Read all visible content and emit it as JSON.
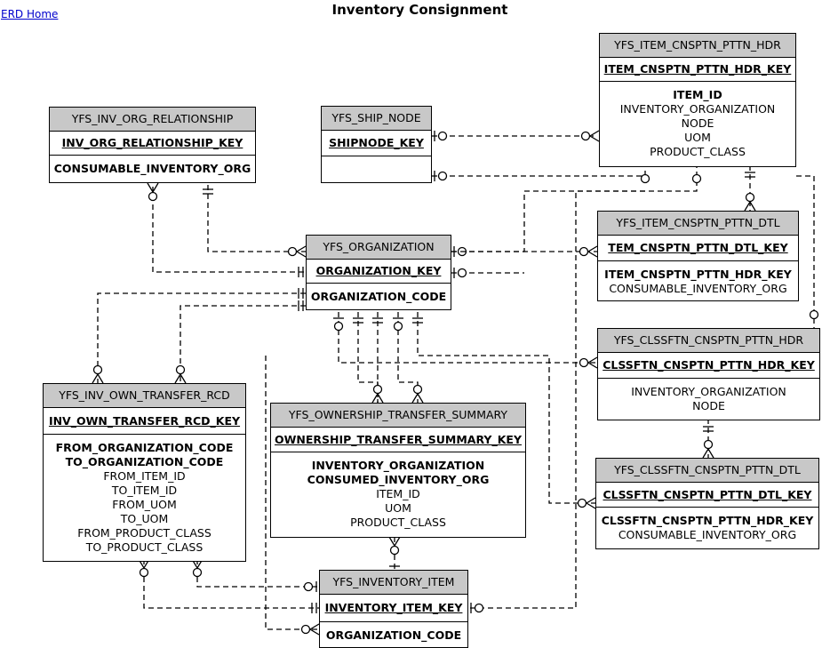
{
  "header": {
    "home_link": "ERD Home",
    "title": "Inventory Consignment"
  },
  "entities": {
    "item_hdr": {
      "name": "YFS_ITEM_CNSPTN_PTTN_HDR",
      "key": "ITEM_CNSPTN_PTTN_HDR_KEY",
      "fields": [
        {
          "text": "ITEM_ID",
          "bold": true
        },
        {
          "text": "INVENTORY_ORGANIZATION",
          "bold": false
        },
        {
          "text": "NODE",
          "bold": false
        },
        {
          "text": "UOM",
          "bold": false
        },
        {
          "text": "PRODUCT_CLASS",
          "bold": false
        }
      ]
    },
    "inv_org_rel": {
      "name": "YFS_INV_ORG_RELATIONSHIP",
      "key": "INV_ORG_RELATIONSHIP_KEY",
      "fields": [
        {
          "text": "CONSUMABLE_INVENTORY_ORG",
          "bold": true
        }
      ]
    },
    "ship_node": {
      "name": "YFS_SHIP_NODE",
      "key": "SHIPNODE_KEY",
      "fields": []
    },
    "item_dtl": {
      "name": "YFS_ITEM_CNSPTN_PTTN_DTL",
      "key": "TEM_CNSPTN_PTTN_DTL_KEY",
      "fields": [
        {
          "text": "ITEM_CNSPTN_PTTN_HDR_KEY",
          "bold": true
        },
        {
          "text": "CONSUMABLE_INVENTORY_ORG",
          "bold": false
        }
      ]
    },
    "organization": {
      "name": "YFS_ORGANIZATION",
      "key": "ORGANIZATION_KEY",
      "fields": [
        {
          "text": "ORGANIZATION_CODE",
          "bold": true
        }
      ]
    },
    "clss_hdr": {
      "name": "YFS_CLSSFTN_CNSPTN_PTTN_HDR",
      "key": "CLSSFTN_CNSPTN_PTTN_HDR_KEY",
      "fields": [
        {
          "text": "INVENTORY_ORGANIZATION",
          "bold": false
        },
        {
          "text": "NODE",
          "bold": false
        }
      ]
    },
    "inv_own_transfer": {
      "name": "YFS_INV_OWN_TRANSFER_RCD",
      "key": "INV_OWN_TRANSFER_RCD_KEY",
      "fields": [
        {
          "text": "FROM_ORGANIZATION_CODE",
          "bold": true
        },
        {
          "text": "TO_ORGANIZATION_CODE",
          "bold": true
        },
        {
          "text": "FROM_ITEM_ID",
          "bold": false
        },
        {
          "text": "TO_ITEM_ID",
          "bold": false
        },
        {
          "text": "FROM_UOM",
          "bold": false
        },
        {
          "text": "TO_UOM",
          "bold": false
        },
        {
          "text": "FROM_PRODUCT_CLASS",
          "bold": false
        },
        {
          "text": "TO_PRODUCT_CLASS",
          "bold": false
        }
      ]
    },
    "own_transfer_summary": {
      "name": "YFS_OWNERSHIP_TRANSFER_SUMMARY",
      "key": "OWNERSHIP_TRANSFER_SUMMARY_KEY",
      "fields": [
        {
          "text": "INVENTORY_ORGANIZATION",
          "bold": true
        },
        {
          "text": "CONSUMED_INVENTORY_ORG",
          "bold": true
        },
        {
          "text": "ITEM_ID",
          "bold": false
        },
        {
          "text": "UOM",
          "bold": false
        },
        {
          "text": "PRODUCT_CLASS",
          "bold": false
        }
      ]
    },
    "clss_dtl": {
      "name": "YFS_CLSSFTN_CNSPTN_PTTN_DTL",
      "key": "CLSSFTN_CNSPTN_PTTN_DTL_KEY",
      "fields": [
        {
          "text": "CLSSFTN_CNSPTN_PTTN_HDR_KEY",
          "bold": true
        },
        {
          "text": "CONSUMABLE_INVENTORY_ORG",
          "bold": false
        }
      ]
    },
    "inventory_item": {
      "name": "YFS_INVENTORY_ITEM",
      "key": "INVENTORY_ITEM_KEY",
      "fields": [
        {
          "text": "ORGANIZATION_CODE",
          "bold": true
        }
      ]
    }
  }
}
